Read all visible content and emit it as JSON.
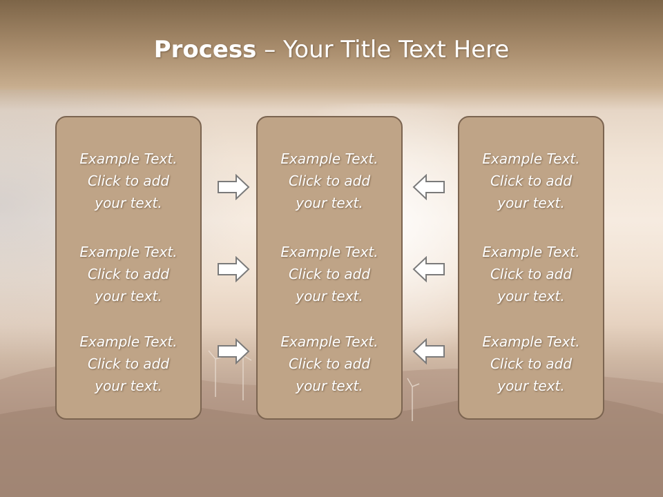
{
  "slide": {
    "title_bold": "Process",
    "title_rest": " – Your Title Text Here"
  },
  "columns": [
    {
      "items": [
        {
          "line1": "Example Text.",
          "line2": "Click  to add",
          "line3": "your text."
        },
        {
          "line1": "Example Text.",
          "line2": "Click  to add",
          "line3": "your text."
        },
        {
          "line1": "Example Text.",
          "line2": "Click  to add",
          "line3": "your text."
        }
      ]
    },
    {
      "items": [
        {
          "line1": "Example Text.",
          "line2": "Click  to add",
          "line3": "your text."
        },
        {
          "line1": "Example Text.",
          "line2": "Click  to add",
          "line3": "your text."
        },
        {
          "line1": "Example Text.",
          "line2": "Click  to add",
          "line3": "your text."
        }
      ]
    },
    {
      "items": [
        {
          "line1": "Example Text.",
          "line2": "Click  to add",
          "line3": "your text."
        },
        {
          "line1": "Example Text.",
          "line2": "Click  to add",
          "line3": "your text."
        },
        {
          "line1": "Example Text.",
          "line2": "Click  to add",
          "line3": "your text."
        }
      ]
    }
  ],
  "arrows": {
    "left_column": [
      "arrow-right-icon",
      "arrow-right-icon",
      "arrow-right-icon"
    ],
    "right_column": [
      "arrow-left-icon",
      "arrow-left-icon",
      "arrow-left-icon"
    ]
  },
  "colors": {
    "box_fill": "#bfa487",
    "box_border": "#7b6450",
    "arrow_fill": "#ffffff",
    "arrow_stroke": "#7a7a7a",
    "title_color": "#ffffff"
  }
}
